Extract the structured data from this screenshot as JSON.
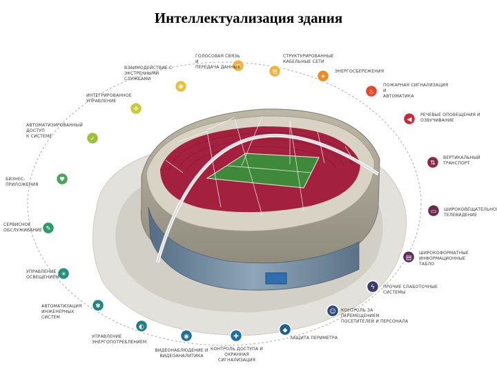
{
  "title": "Интеллектуализация здания",
  "colors": {
    "ring": "#b8b8b8",
    "seats": "#a3213f",
    "pitch": "#3f8a3a",
    "roof": "#d8d3c4",
    "facade": "#6f8aa3"
  },
  "nodes": [
    {
      "id": "voice",
      "label": "голосовая связь и\nпередача данных",
      "color": "#f2b33d",
      "icon": "chat-icon"
    },
    {
      "id": "cabling",
      "label": "структурированные\nкабельные сети",
      "color": "#f2b33d",
      "icon": "network-icon"
    },
    {
      "id": "energy",
      "label": "энергосбережения",
      "color": "#f08a24",
      "icon": "bulb-icon"
    },
    {
      "id": "fire",
      "label": "пожарная сигнализация и\nавтоматика",
      "color": "#e0492b",
      "icon": "flame-icon"
    },
    {
      "id": "voice-alert",
      "label": "речевые оповещения и\nозвучивание",
      "color": "#c9283a",
      "icon": "speaker-icon"
    },
    {
      "id": "transport",
      "label": "вертикальный\nтранспорт",
      "color": "#8c2742",
      "icon": "elevator-icon"
    },
    {
      "id": "tv",
      "label": "широковещательное\nтелевидение",
      "color": "#6e2a4d",
      "icon": "tv-icon"
    },
    {
      "id": "scoreboard",
      "label": "широкоформатные\nинформационные табло",
      "color": "#5a2d58",
      "icon": "screen-icon"
    },
    {
      "id": "low-current",
      "label": "прочие слаботочные\nсистемы",
      "color": "#3d3a6a",
      "icon": "bolt-icon"
    },
    {
      "id": "tracking",
      "label": "контроль за перемещением\nпосетителей и персонала",
      "color": "#2c4a7a",
      "icon": "person-icon"
    },
    {
      "id": "perimeter",
      "label": "защита периметра",
      "color": "#1f5f93",
      "icon": "shield-icon"
    },
    {
      "id": "access-control",
      "label": "контроль доступа и\nохранная сигнализация",
      "color": "#1f6fa8",
      "icon": "lock-icon"
    },
    {
      "id": "cctv",
      "label": "видеонаблюдение и\nвидеоаналитика",
      "color": "#1f6f95",
      "icon": "camera-icon"
    },
    {
      "id": "power",
      "label": "управление\nэнергопотреблением",
      "color": "#1f7f86",
      "icon": "meter-icon"
    },
    {
      "id": "hvac",
      "label": "автоматизация\nинженерных систем",
      "color": "#1f8780",
      "icon": "gear-icon"
    },
    {
      "id": "lighting",
      "label": "управление\nосвещением",
      "color": "#22907a",
      "icon": "lamp-icon"
    },
    {
      "id": "service",
      "label": "сервисное\nобслуживание",
      "color": "#2d9a6a",
      "icon": "wrench-icon"
    },
    {
      "id": "business",
      "label": "бизнес-приложения",
      "color": "#4aa55a",
      "icon": "handshake-icon"
    },
    {
      "id": "auto-access",
      "label": "автоматизированный доступ\nк системе",
      "color": "#9cc23a",
      "icon": "check-icon"
    },
    {
      "id": "integrated",
      "label": "интегрированное\nуправление",
      "color": "#c7c93a",
      "icon": "integration-icon"
    },
    {
      "id": "emergency",
      "label": "взаимодействие с\nэкстренными службами",
      "color": "#e8c13a",
      "icon": "alarm-icon"
    }
  ]
}
